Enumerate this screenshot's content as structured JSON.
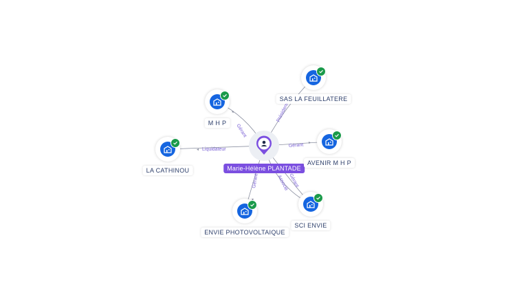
{
  "center": {
    "name": "Marie-Hélène PLANTADE",
    "icon": "person-icon",
    "accent": "#7b4fe0"
  },
  "companies": [
    {
      "key": "mhp",
      "name": "M H P",
      "role": "Gérant",
      "verified": true
    },
    {
      "key": "sas",
      "name": "SAS LA FEUILLATERE",
      "role": "Président",
      "verified": true
    },
    {
      "key": "avenir",
      "name": "AVENIR M H P",
      "role": "Gérant",
      "verified": true
    },
    {
      "key": "sci",
      "name": "SCI ENVIE",
      "role": "Gérant",
      "role2": "Associé",
      "verified": true
    },
    {
      "key": "envie",
      "name": "ENVIE PHOTOVOLTAIQUE",
      "role": "Gérant",
      "verified": true
    },
    {
      "key": "cathinou",
      "name": "LA CATHINOU",
      "role": "Liquidateur",
      "verified": true
    }
  ],
  "colors": {
    "company": "#1565e0",
    "verified": "#1a9a4a",
    "edge": "#8a8fa0",
    "edge_label": "#7b62d6"
  },
  "icons": {
    "company": "building-icon",
    "verified": "check-icon"
  }
}
